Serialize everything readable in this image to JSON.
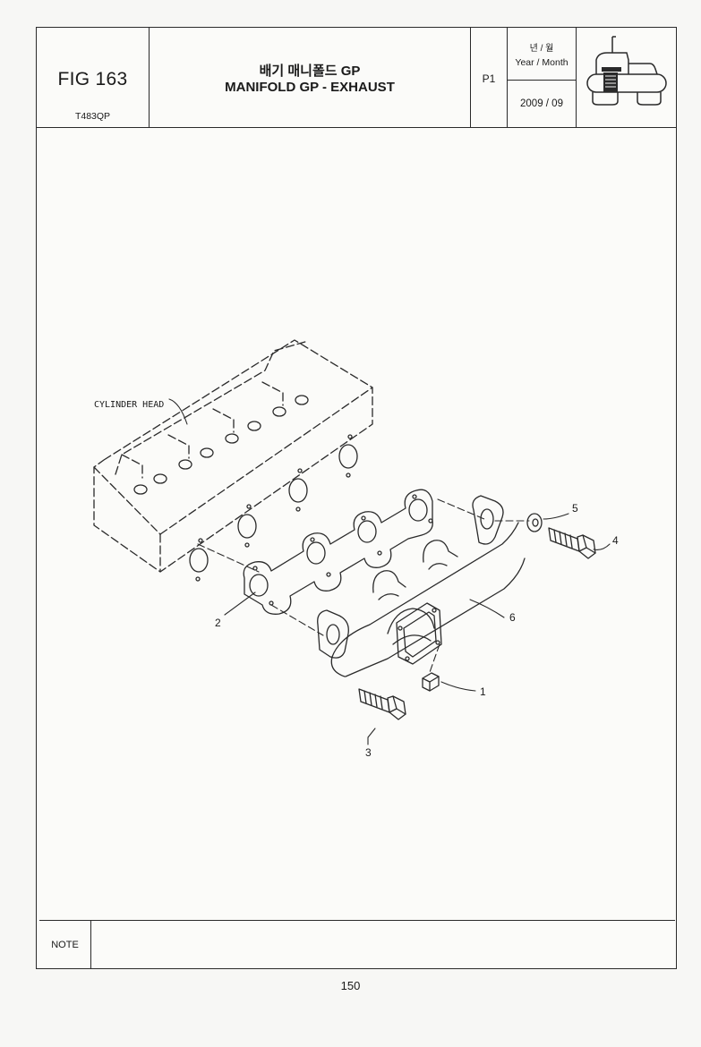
{
  "header": {
    "fig_number": "FIG 163",
    "fig_code": "T483QP",
    "title_korean": "배기 매니폴드 GP",
    "title_english": "MANIFOLD GP - EXHAUST",
    "page_label": "P1",
    "date_label_korean": "년 / 월",
    "date_label_english": "Year / Month",
    "date_value": "2009  / 09",
    "section_icon": "tractor-engine-icon",
    "icon_highlight_color": "#2a2a2a"
  },
  "diagram": {
    "component_label": "CYLINDER HEAD",
    "callouts": [
      "1",
      "2",
      "3",
      "4",
      "5",
      "6"
    ]
  },
  "note": {
    "label": "NOTE"
  },
  "footer": {
    "page_number": "150"
  }
}
